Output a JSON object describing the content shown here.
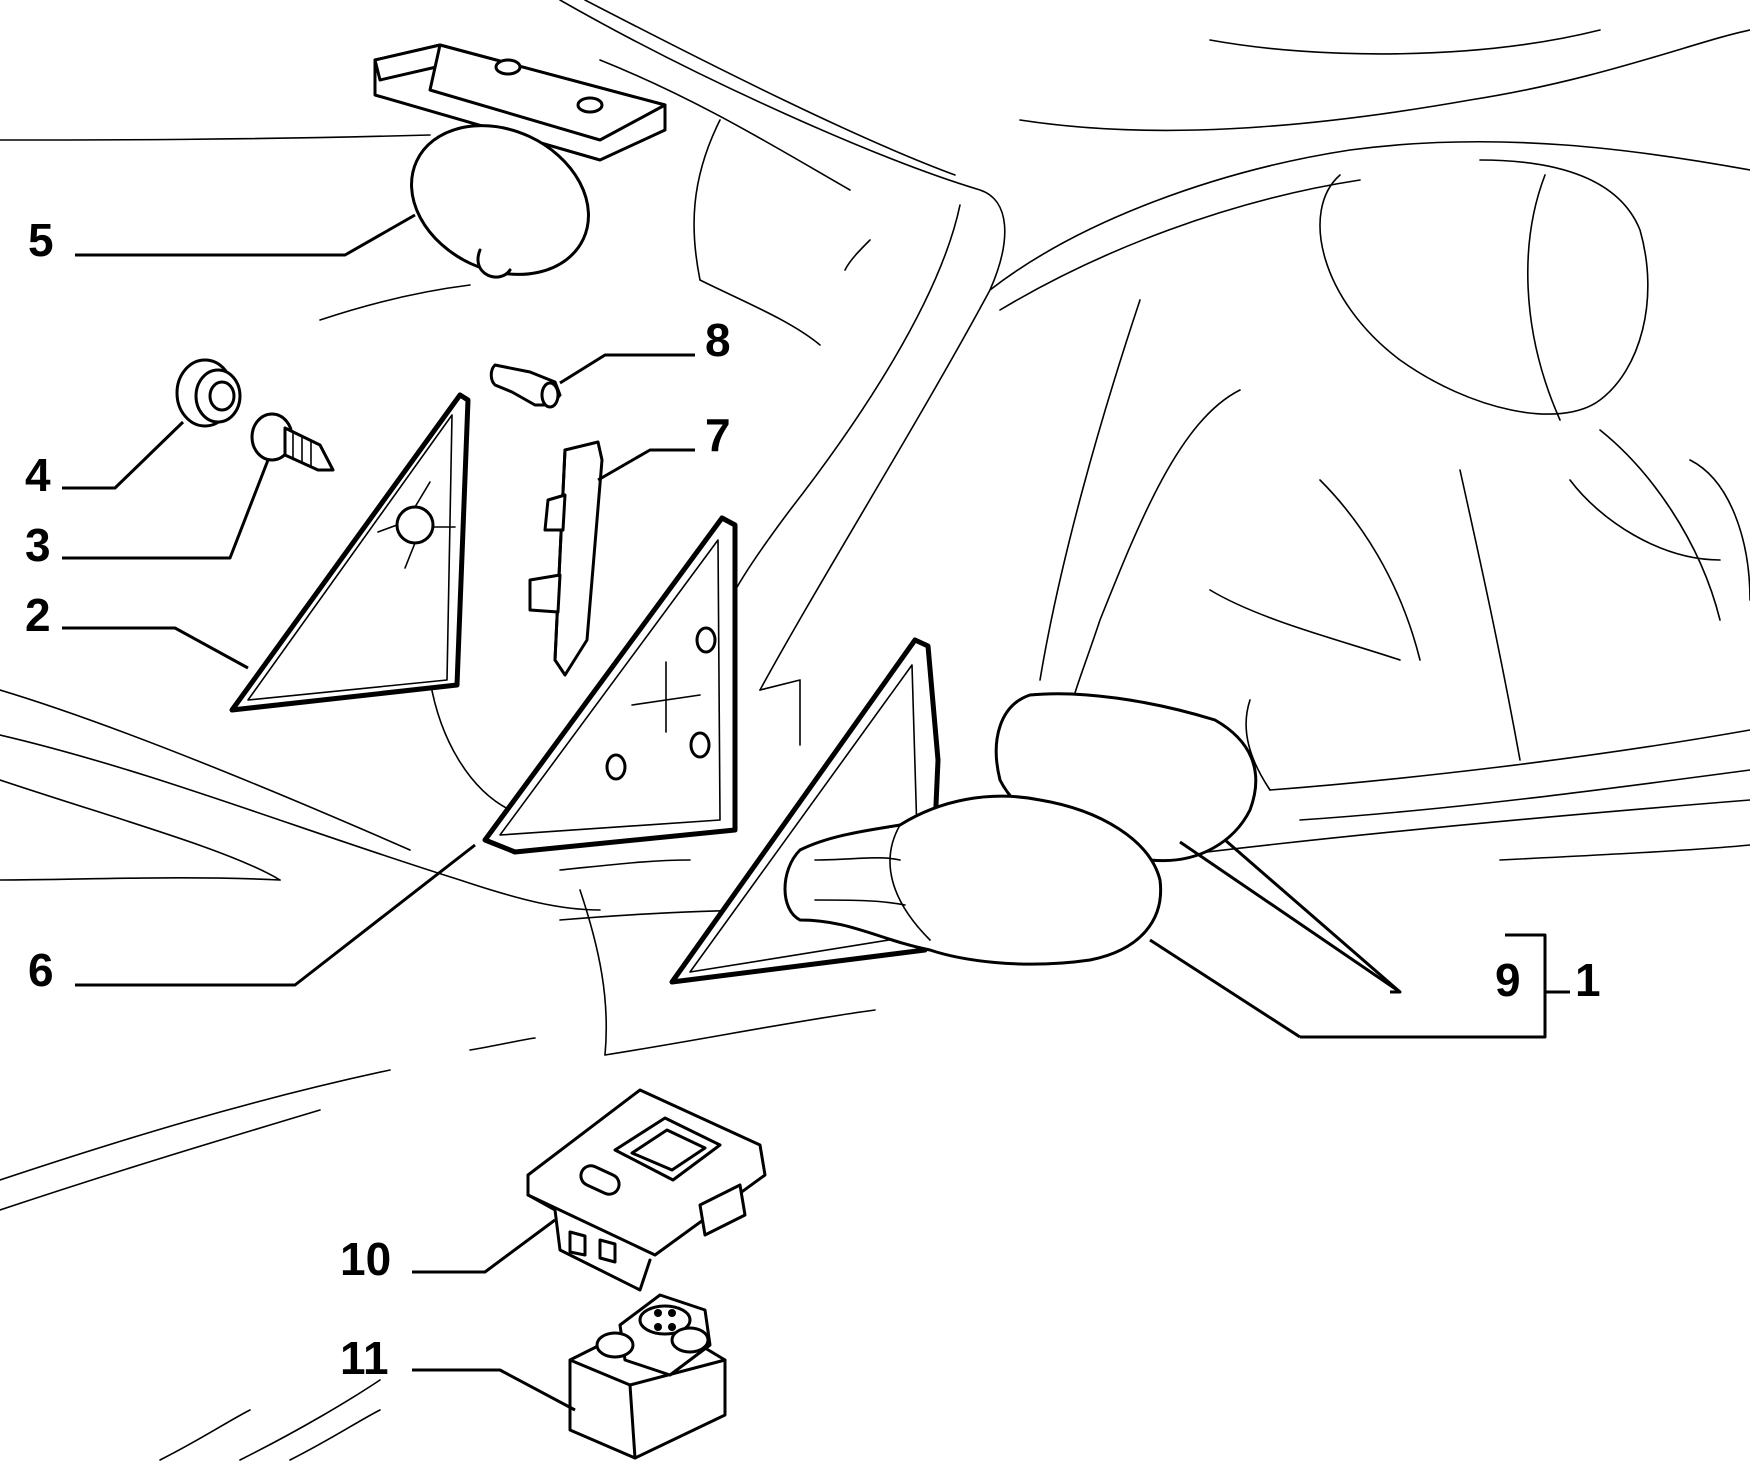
{
  "diagram": {
    "callouts": [
      {
        "id": "5",
        "label": "5"
      },
      {
        "id": "8",
        "label": "8"
      },
      {
        "id": "7",
        "label": "7"
      },
      {
        "id": "4",
        "label": "4"
      },
      {
        "id": "3",
        "label": "3"
      },
      {
        "id": "2",
        "label": "2"
      },
      {
        "id": "6",
        "label": "6"
      },
      {
        "id": "9",
        "label": "9"
      },
      {
        "id": "1",
        "label": "1"
      },
      {
        "id": "10",
        "label": "10"
      },
      {
        "id": "11",
        "label": "11"
      }
    ]
  }
}
